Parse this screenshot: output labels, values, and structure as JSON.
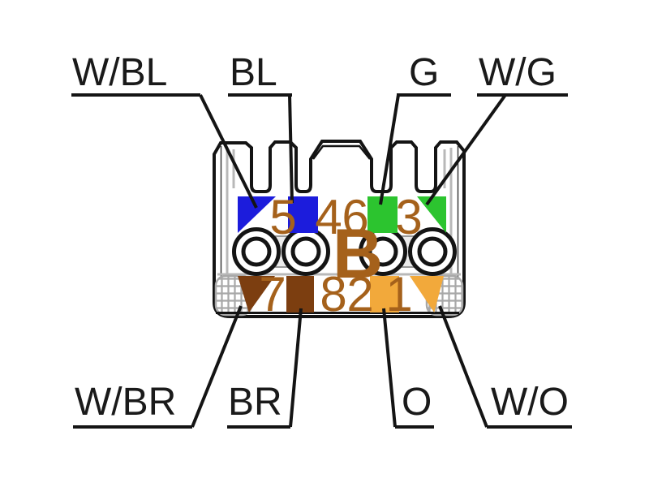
{
  "diagram": {
    "standard_letter": "B",
    "top_wire_labels": [
      {
        "text": "W/BL"
      },
      {
        "text": "BL"
      },
      {
        "text": "G"
      },
      {
        "text": "W/G"
      }
    ],
    "bottom_wire_labels": [
      {
        "text": "W/BR"
      },
      {
        "text": "BR"
      },
      {
        "text": "O"
      },
      {
        "text": "W/O"
      }
    ],
    "top_pins": [
      {
        "number": "5",
        "label": "W/BL",
        "fill": "#1c1cdc",
        "pattern": "striped"
      },
      {
        "number": "4",
        "label": "BL",
        "fill": "#1c1cdc",
        "pattern": "solid"
      },
      {
        "number": "6",
        "label": "G",
        "fill": "#2cc42f",
        "pattern": "solid"
      },
      {
        "number": "3",
        "label": "W/G",
        "fill": "#2cc42f",
        "pattern": "striped"
      }
    ],
    "bottom_pins": [
      {
        "number": "7",
        "label": "W/BR",
        "fill": "#7c3e10",
        "pattern": "striped"
      },
      {
        "number": "8",
        "label": "BR",
        "fill": "#7c3e10",
        "pattern": "solid"
      },
      {
        "number": "2",
        "label": "O",
        "fill": "#f2a93b",
        "pattern": "solid"
      },
      {
        "number": "1",
        "label": "W/O",
        "fill": "#f2a93b",
        "pattern": "striped"
      }
    ],
    "colors": {
      "annotation_text": "#a5611b",
      "line": "#141414",
      "hatch_gray": "#a8a8a8",
      "inner_gray": "#b8b8b8",
      "background": "#ffffff"
    }
  }
}
